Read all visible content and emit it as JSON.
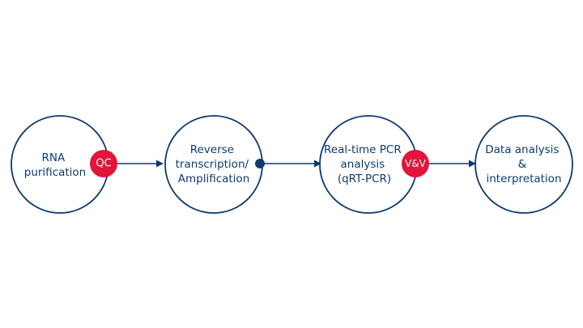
{
  "colors": {
    "primary": "#0e3a6e",
    "badge": "#e2153a",
    "background": "#ffffff"
  },
  "steps": [
    {
      "lines": [
        "RNA",
        "purification"
      ]
    },
    {
      "lines": [
        "Reverse",
        "transcription/",
        "Amplification"
      ]
    },
    {
      "lines": [
        "Real-time PCR",
        "analysis",
        "(qRT-PCR)"
      ]
    },
    {
      "lines": [
        "Data analysis",
        "&",
        "interpretation"
      ]
    }
  ],
  "badges": {
    "qc": "QC",
    "vv": "V&V"
  }
}
